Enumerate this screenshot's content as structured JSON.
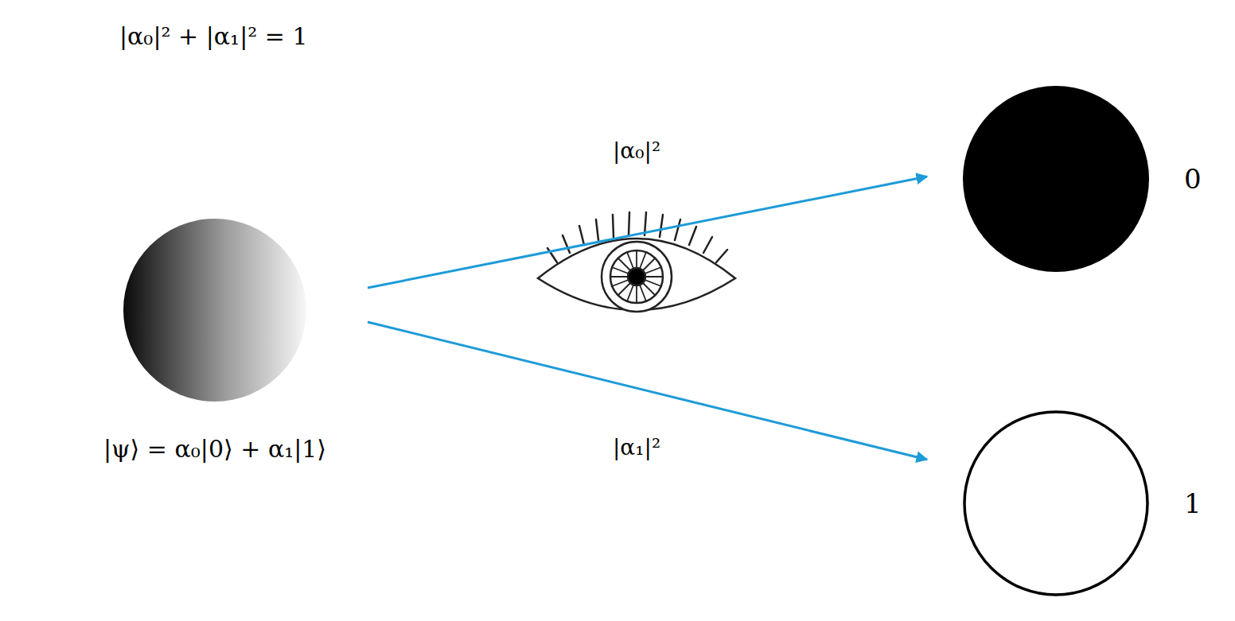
{
  "diagram": {
    "nodes": [
      {
        "text": [
          "|ψ⟩ = α₀|0⟩ + α₁|1⟩"
        ]
      },
      {
        "text": [
          "0"
        ]
      },
      {
        "text": [
          "1"
        ]
      }
    ],
    "edges": [
      {
        "from": 0,
        "to": 1,
        "arrow": "to",
        "label": "|α₀|²"
      },
      {
        "from": 0,
        "to": 2,
        "arrow": "to",
        "label": "|α₁|²"
      }
    ],
    "labels": [
      "|α₀|² + |α₁|² = 1"
    ]
  }
}
